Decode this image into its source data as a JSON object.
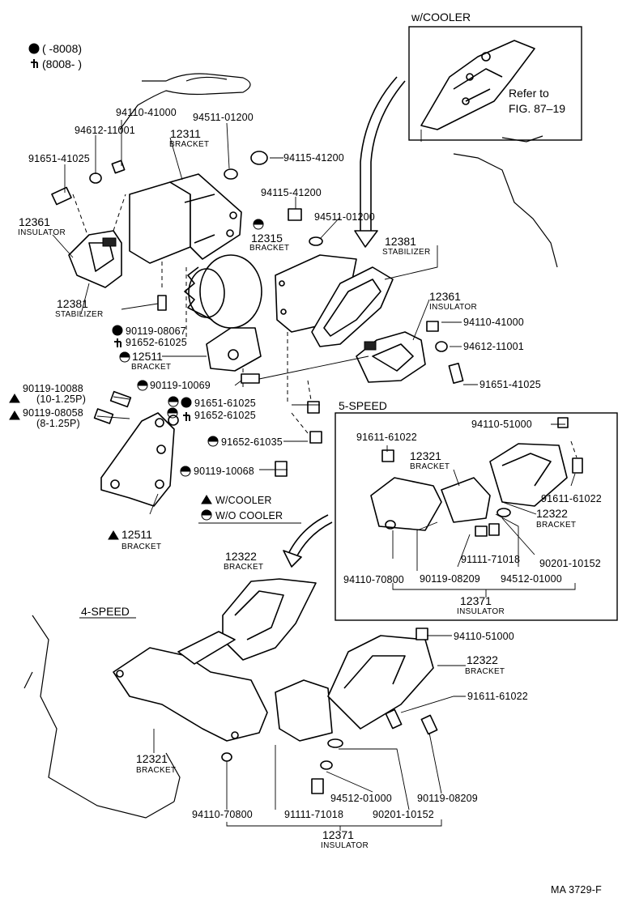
{
  "title_code": "MA 3729-F",
  "legend_dates": {
    "before": "(      -8008)",
    "after": "(8008-        )"
  },
  "legend_cooler": {
    "with": "W/COOLER",
    "without": "W/O COOLER"
  },
  "sections": {
    "w_cooler": "w/COOLER",
    "refer": "Refer to",
    "fig": "FIG. 87–19",
    "five_speed": "5-SPEED",
    "four_speed": "4-SPEED"
  },
  "parts": {
    "p94110_41000_a": "94110-41000",
    "p94612_11001_a": "94612-11001",
    "p91651_41025_a": "91651-41025",
    "p12311": "12311",
    "bracket_12311": "BRACKET",
    "p94511_01200_a": "94511-01200",
    "p94115_41200_a": "94115-41200",
    "p94115_41200_b": "94115-41200",
    "p94511_01200_b": "94511-01200",
    "p12315": "12315",
    "bracket_12315": "BRACKET",
    "p12381_a": "12381",
    "stab_a": "STABILIZER",
    "p12361_a": "12361",
    "ins_a": "INSULATOR",
    "p12381_b": "12381",
    "stab_b": "STABILIZER",
    "p90119_08067": "90119-08067",
    "p91652_61025_a": "91652-61025",
    "p12511_a": "12511",
    "bracket_12511_a": "BRACKET",
    "p90119_10069": "90119-10069",
    "p12361_b": "12361",
    "ins_b": "INSULATOR",
    "p94110_41000_b": "94110-41000",
    "p94612_11001_b": "94612-11001",
    "p91651_41025_b": "91651-41025",
    "p90119_10088": "90119-10088",
    "thread_10088": "(10-1.25P)",
    "p90119_08058": "90119-08058",
    "thread_08058": "(8-1.25P)",
    "p91651_61025": "91651-61025",
    "p91652_61025_b": "91652-61025",
    "p91652_61035": "91652-61035",
    "p90119_10068": "90119-10068",
    "p12511_b": "12511",
    "bracket_12511_b": "BRACKET",
    "p94110_51000_a": "94110-51000",
    "p91611_61022_a": "91611-61022",
    "p12321_a": "12321",
    "bracket_12321_a": "BRACKET",
    "p91611_61022_b": "91611-61022",
    "p12322_a": "12322",
    "bracket_12322_a": "BRACKET",
    "p91111_71018_a": "91111-71018",
    "p90201_10152_a": "90201-10152",
    "p94110_70800_a": "94110-70800",
    "p90119_08209_a": "90119-08209",
    "p94512_01000_a": "94512-01000",
    "p12371_a": "12371",
    "ins_12371_a": "INSULATOR",
    "p12322_b": "12322",
    "bracket_12322_b": "BRACKET",
    "p94110_51000_b": "94110-51000",
    "p12322_c": "12322",
    "bracket_12322_c": "BRACKET",
    "p91611_61022_c": "91611-61022",
    "p12321_b": "12321",
    "bracket_12321_b": "BRACKET",
    "p94512_01000_b": "94512-01000",
    "p90119_08209_b": "90119-08209",
    "p94110_70800_b": "94110-70800",
    "p91111_71018_b": "91111-71018",
    "p90201_10152_b": "90201-10152",
    "p12371_b": "12371",
    "ins_12371_b": "INSULATOR"
  }
}
